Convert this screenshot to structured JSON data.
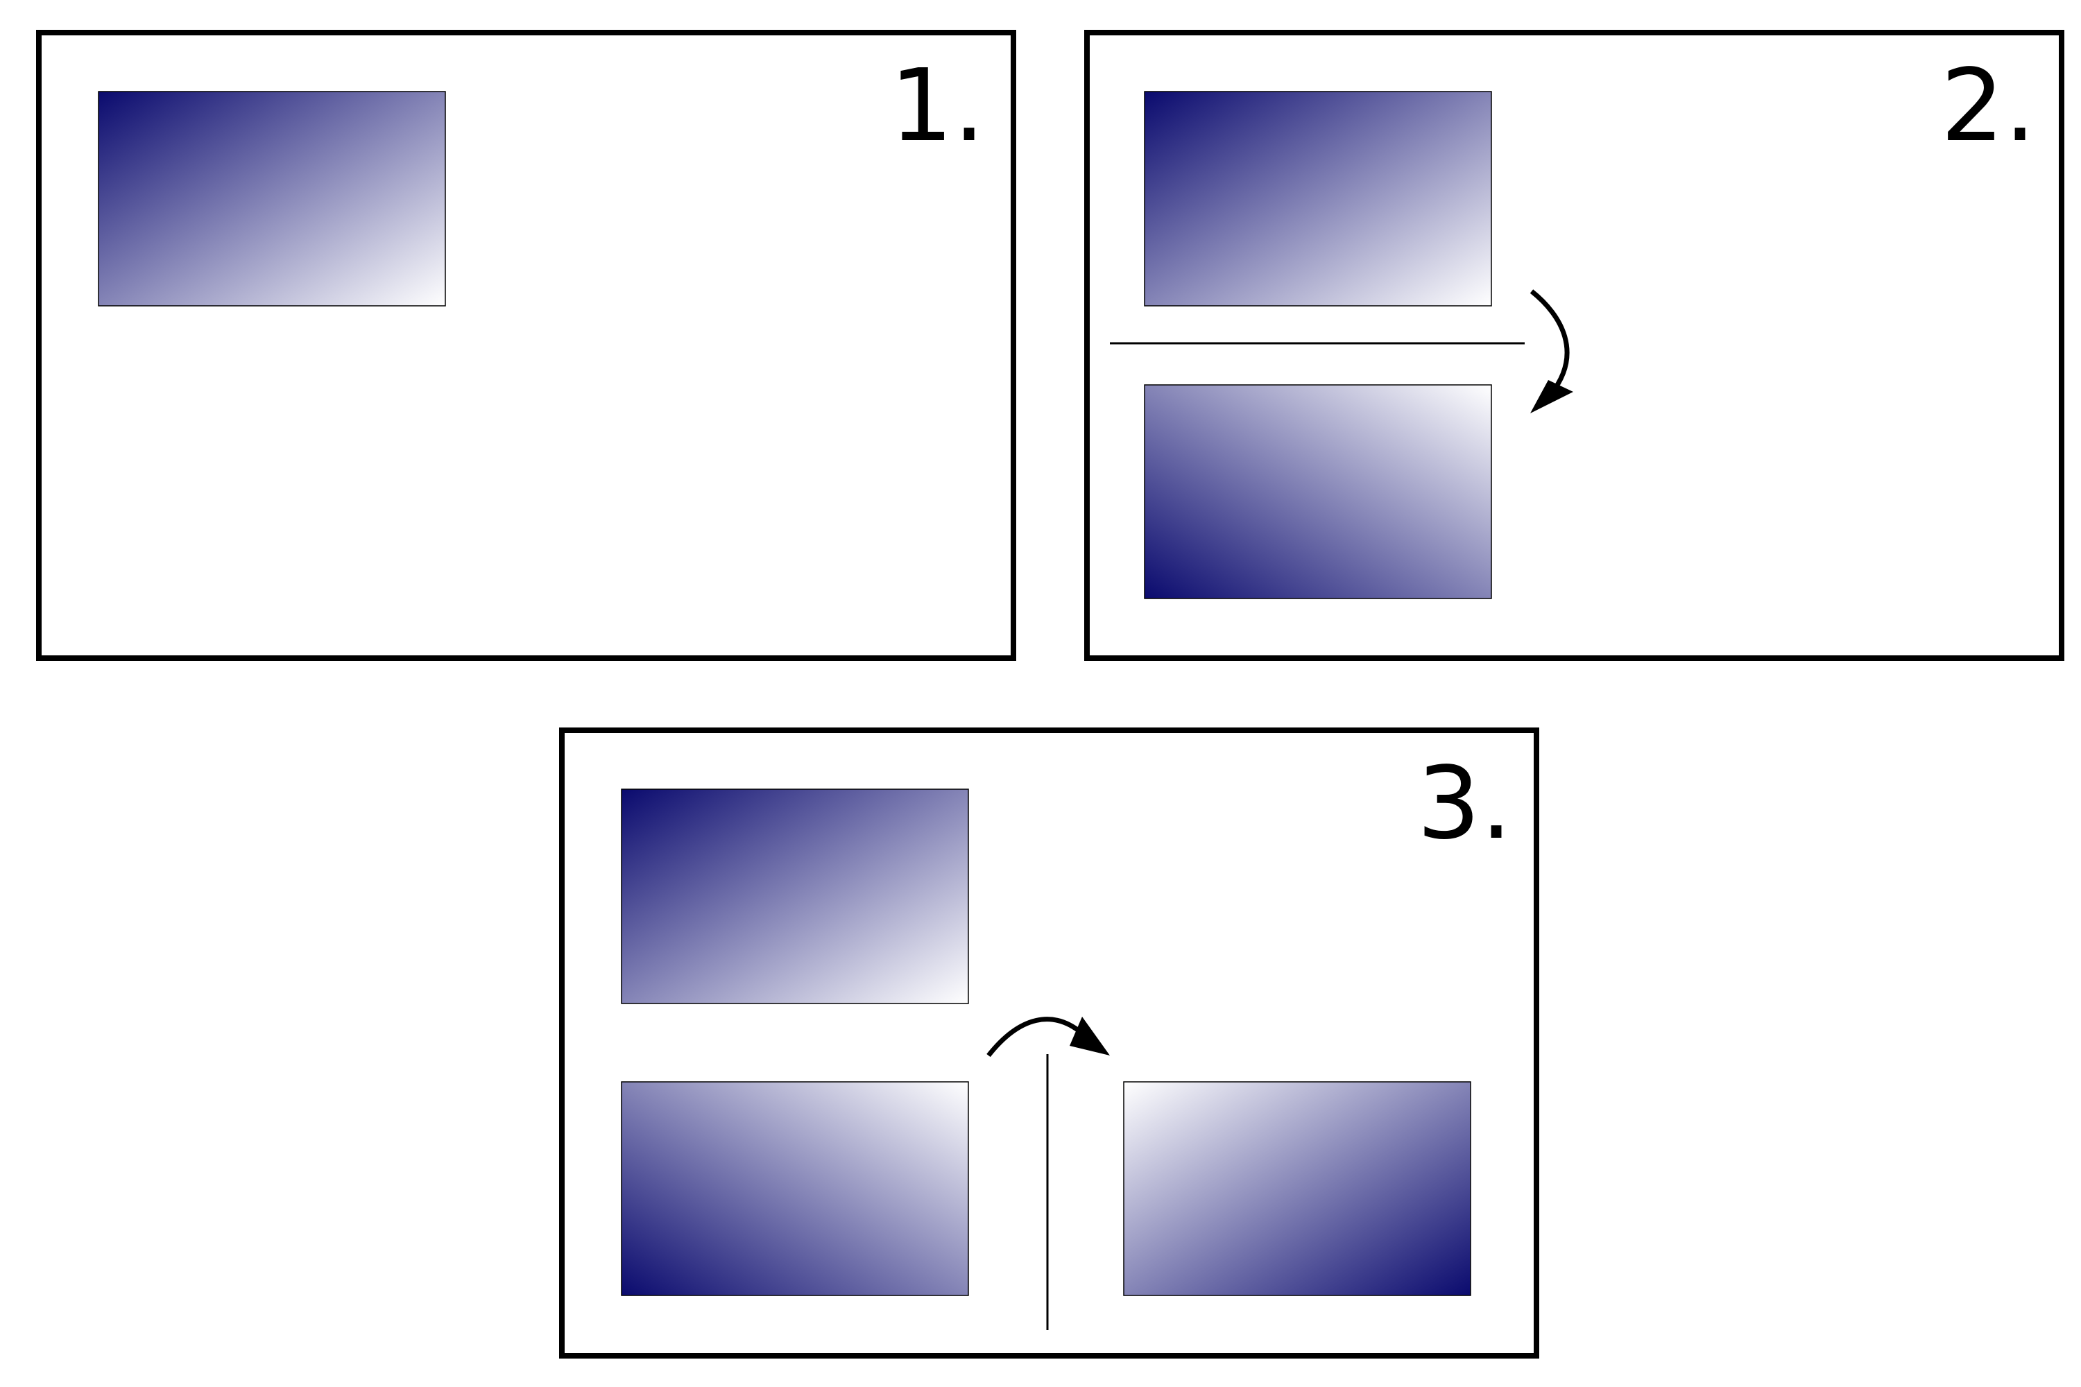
{
  "colors": {
    "gradient_dark": "#0a0a6e",
    "gradient_light": "#ffffff",
    "line": "#000000",
    "background": "#ffffff"
  },
  "panels": [
    {
      "number": "1."
    },
    {
      "number": "2."
    },
    {
      "number": "3."
    }
  ]
}
